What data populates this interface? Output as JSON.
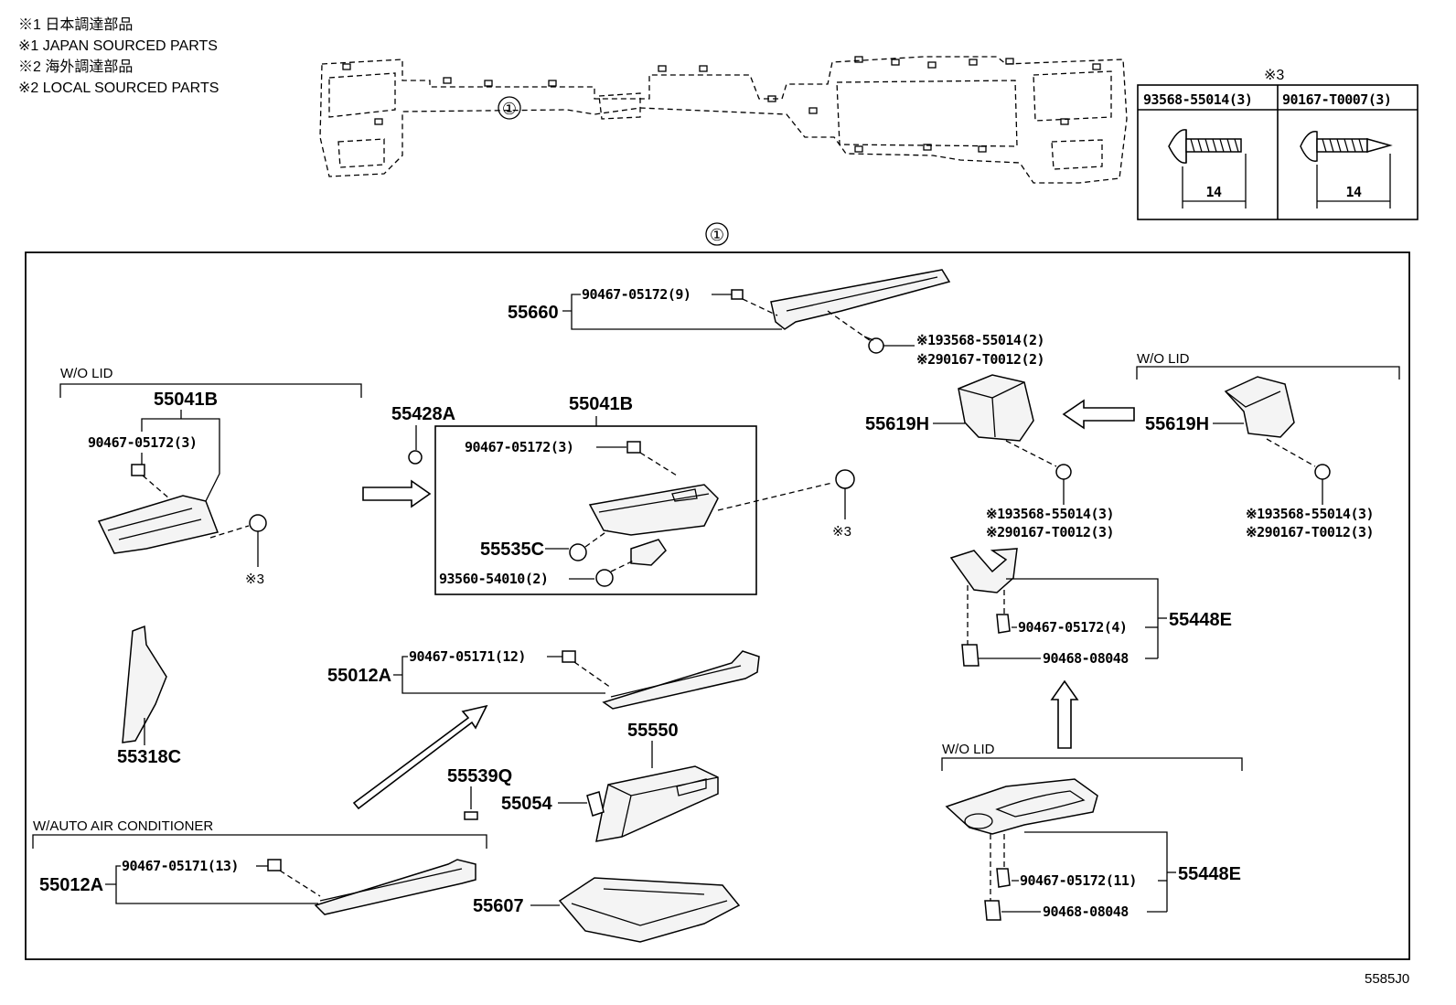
{
  "notes": {
    "n1_jp": "※1 日本調達部品",
    "n1_en": "※1 JAPAN SOURCED PARTS",
    "n2_jp": "※2 海外調達部品",
    "n2_en": "※2 LOCAL SOURCED PARTS"
  },
  "callouts": {
    "top": "①",
    "main": "①"
  },
  "screw_table": {
    "title": "※3",
    "col1_part": "93568-55014(3)",
    "col2_part": "90167-T0007(3)",
    "col1_dim": "14",
    "col2_dim": "14"
  },
  "conditions": {
    "wo_lid_left": "W/O LID",
    "wo_lid_right": "W/O LID",
    "wo_lid_bottom": "W/O LID",
    "auto_ac": "W/AUTO AIR CONDITIONER"
  },
  "parts": {
    "p55660": "55660",
    "clip_55660": "90467-05172(9)",
    "s1_top": "※193568-55014(2)",
    "s2_top": "※290167-T0012(2)",
    "p55041B_left": "55041B",
    "clip_left": "90467-05172(3)",
    "mark3_left": "※3",
    "p55428A": "55428A",
    "p55041B_center": "55041B",
    "clip_center": "90467-05172(3)",
    "p55535C": "55535C",
    "p93560": "93560-54010(2)",
    "mark3_center": "※3",
    "p55619H_center": "55619H",
    "s1_mid": "※193568-55014(3)",
    "s2_mid": "※290167-T0012(3)",
    "p55619H_right": "55619H",
    "s1_right": "※193568-55014(3)",
    "s2_right": "※290167-T0012(3)",
    "clip_55448_top": "90467-05172(4)",
    "p55448E_top": "55448E",
    "p90468_top": "90468-08048",
    "p55318C": "55318C",
    "p55012A_mid": "55012A",
    "clip_55012_mid": "90467-05171(12)",
    "p55550": "55550",
    "p55539Q": "55539Q",
    "p55054": "55054",
    "p55012A_bottom": "55012A",
    "clip_55012_bottom": "90467-05171(13)",
    "p55607": "55607",
    "clip_55448_bottom": "90467-05172(11)",
    "p55448E_bottom": "55448E",
    "p90468_bottom": "90468-08048"
  },
  "figure_code": "5585J0"
}
